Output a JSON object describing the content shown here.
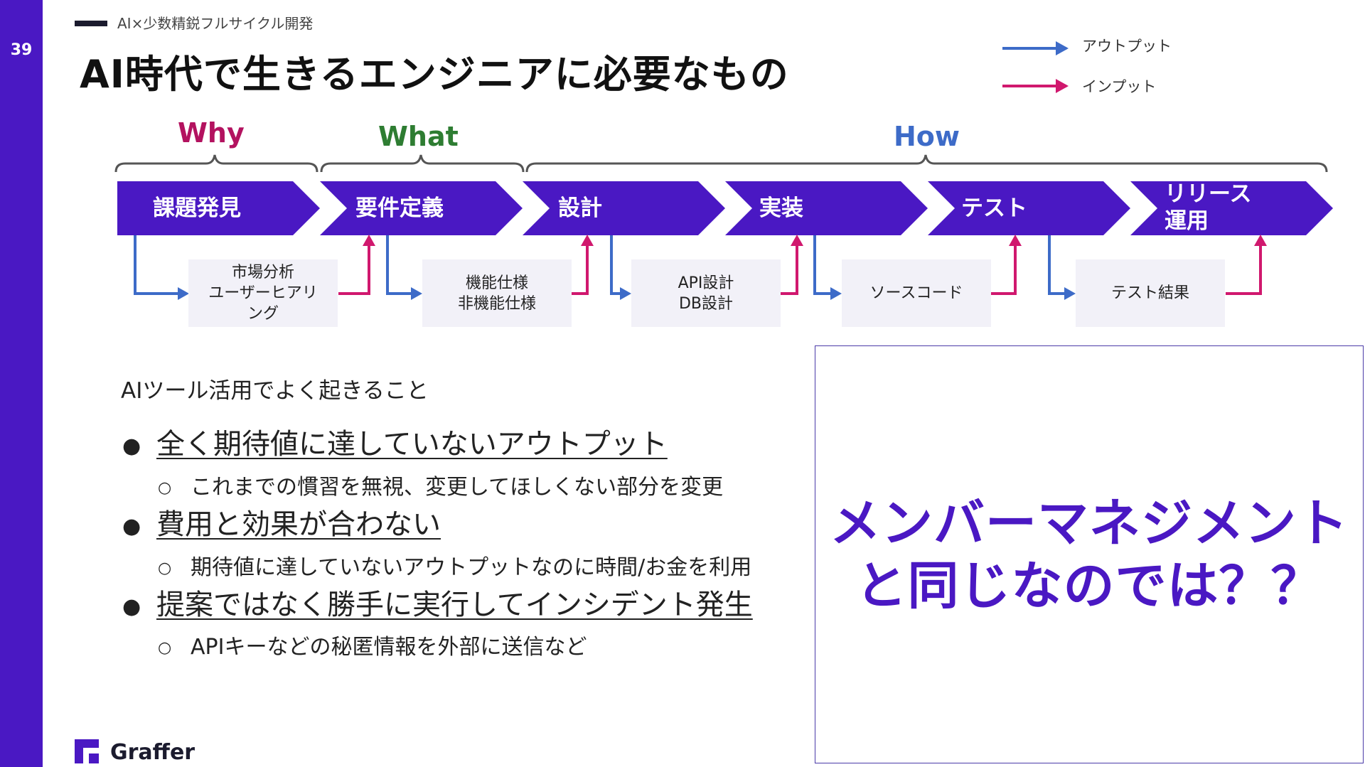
{
  "slide": {
    "page_number": "39",
    "eyebrow": "AI×少数精鋭フルサイクル開発",
    "title": "AI時代で生きるエンジニアに必要なもの"
  },
  "legend": {
    "output_label": "アウトプット",
    "input_label": "インプット",
    "output_color": "#3d6bc8",
    "input_color": "#d0186e"
  },
  "phases": {
    "why": {
      "label": "Why",
      "color": "#b3125f"
    },
    "what": {
      "label": "What",
      "color": "#2e7d32"
    },
    "how": {
      "label": "How",
      "color": "#3d6bc8"
    }
  },
  "steps": [
    {
      "label": "課題発見"
    },
    {
      "label": "要件定義"
    },
    {
      "label": "設計"
    },
    {
      "label": "実装"
    },
    {
      "label": "テスト"
    },
    {
      "line1": "リリース",
      "line2": "運用"
    }
  ],
  "step_color": "#4a18c3",
  "artifacts": [
    {
      "lines": [
        "市場分析",
        "ユーザーヒアリ",
        "ング"
      ]
    },
    {
      "lines": [
        "機能仕様",
        "非機能仕様"
      ]
    },
    {
      "lines": [
        "API設計",
        "DB設計"
      ]
    },
    {
      "lines": [
        "ソースコード"
      ]
    },
    {
      "lines": [
        "テスト結果"
      ]
    }
  ],
  "issues": {
    "heading": "AIツール活用でよく起きること",
    "bullet_glyph": "●",
    "sub_glyph": "○",
    "items": [
      {
        "title": "全く期待値に達していないアウトプット",
        "detail": "これまでの慣習を無視、変更してほしくない部分を変更"
      },
      {
        "title": "費用と効果が合わない",
        "detail": "期待値に達していないアウトプットなのに時間/お金を利用"
      },
      {
        "title": "提案ではなく勝手に実行してインシデント発生",
        "detail": "APIキーなどの秘匿情報を外部に送信など"
      }
    ]
  },
  "callout": {
    "line1": "メンバーマネジメント",
    "line2": "と同じなのでは？？",
    "color": "#4a18c3"
  },
  "brand": {
    "name": "Graffer",
    "logo_icon": "graffer-logo-icon"
  }
}
